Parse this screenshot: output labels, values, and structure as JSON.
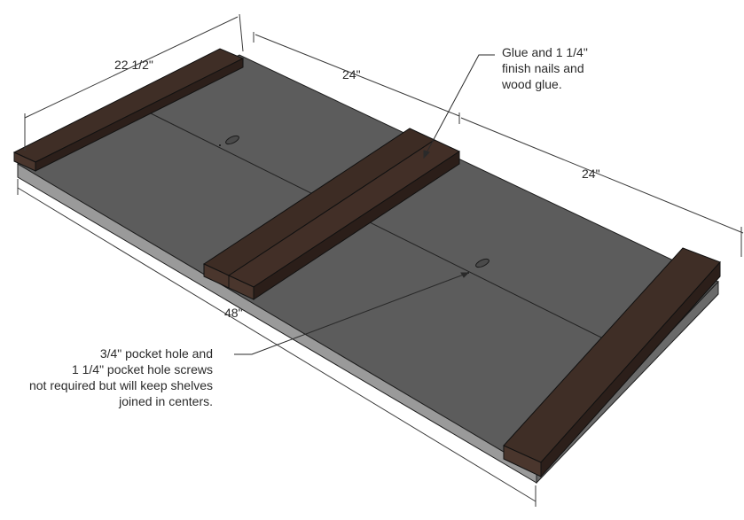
{
  "dimensions": {
    "cleat_width": "22 1/2\"",
    "left_span": "24\"",
    "right_span": "24\"",
    "total_length": "48\""
  },
  "notes": {
    "glue": [
      "Glue and 1 1/4\"",
      "finish nails and",
      "wood glue."
    ],
    "pocket": [
      "3/4\" pocket hole and",
      "1 1/4\" pocket hole screws",
      "not required but will keep shelves",
      "joined in centers."
    ]
  },
  "colors": {
    "board_top": "#5b5b5b",
    "board_side": "#8e8e8e",
    "board_end": "#444444",
    "cleat_top": "#3f2e26",
    "cleat_side": "#2c1f1a",
    "cleat_end": "#4a362d"
  }
}
